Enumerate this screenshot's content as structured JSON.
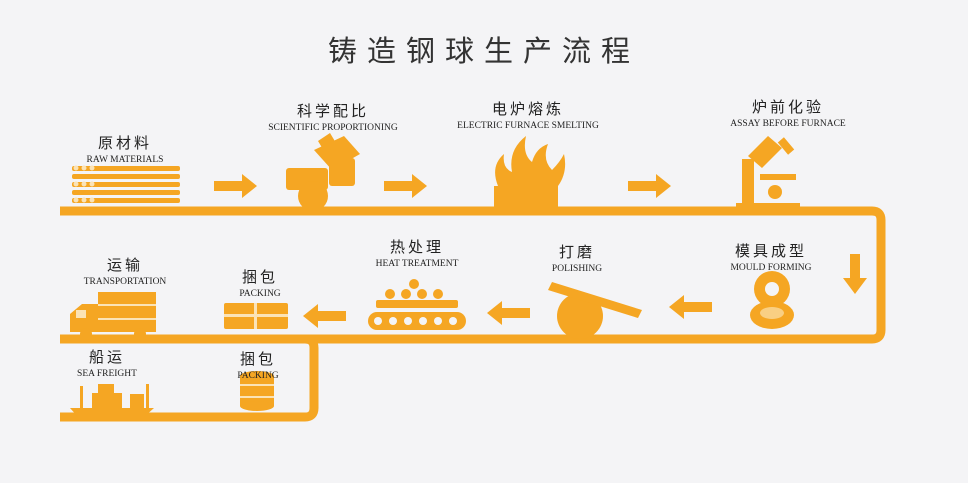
{
  "title": "铸造钢球生产流程",
  "colors": {
    "accent": "#f5a623",
    "background": "#f4f4f6",
    "text": "#222222"
  },
  "steps": [
    {
      "id": "raw_materials",
      "zh": "原材料",
      "en": "RAW MATERIALS",
      "icon": "rod-stack-icon"
    },
    {
      "id": "scientific_proportioning",
      "zh": "科学配比",
      "en": "SCIENTIFIC PROPORTIONING",
      "icon": "proportioning-machine-icon"
    },
    {
      "id": "electric_furnace_smelting",
      "zh": "电炉熔炼",
      "en": "ELECTRIC FURNACE SMELTING",
      "icon": "furnace-flame-icon"
    },
    {
      "id": "assay_before_furnace",
      "zh": "炉前化验",
      "en": "ASSAY BEFORE FURNACE",
      "icon": "microscope-icon"
    },
    {
      "id": "mould_forming",
      "zh": "模具成型",
      "en": "MOULD FORMING",
      "icon": "mould-rings-icon"
    },
    {
      "id": "polishing",
      "zh": "打磨",
      "en": "POLISHING",
      "icon": "polishing-ball-icon"
    },
    {
      "id": "heat_treatment",
      "zh": "热处理",
      "en": "HEAT TREATMENT",
      "icon": "heat-conveyor-icon"
    },
    {
      "id": "packing_1",
      "zh": "捆包",
      "en": "PACKING",
      "icon": "bundle-icon"
    },
    {
      "id": "transportation",
      "zh": "运输",
      "en": "TRANSPORTATION",
      "icon": "truck-icon"
    },
    {
      "id": "sea_freight",
      "zh": "船运",
      "en": "SEA FREIGHT",
      "icon": "ship-icon"
    },
    {
      "id": "packing_2",
      "zh": "捆包",
      "en": "PACKING",
      "icon": "barrel-icon"
    }
  ]
}
